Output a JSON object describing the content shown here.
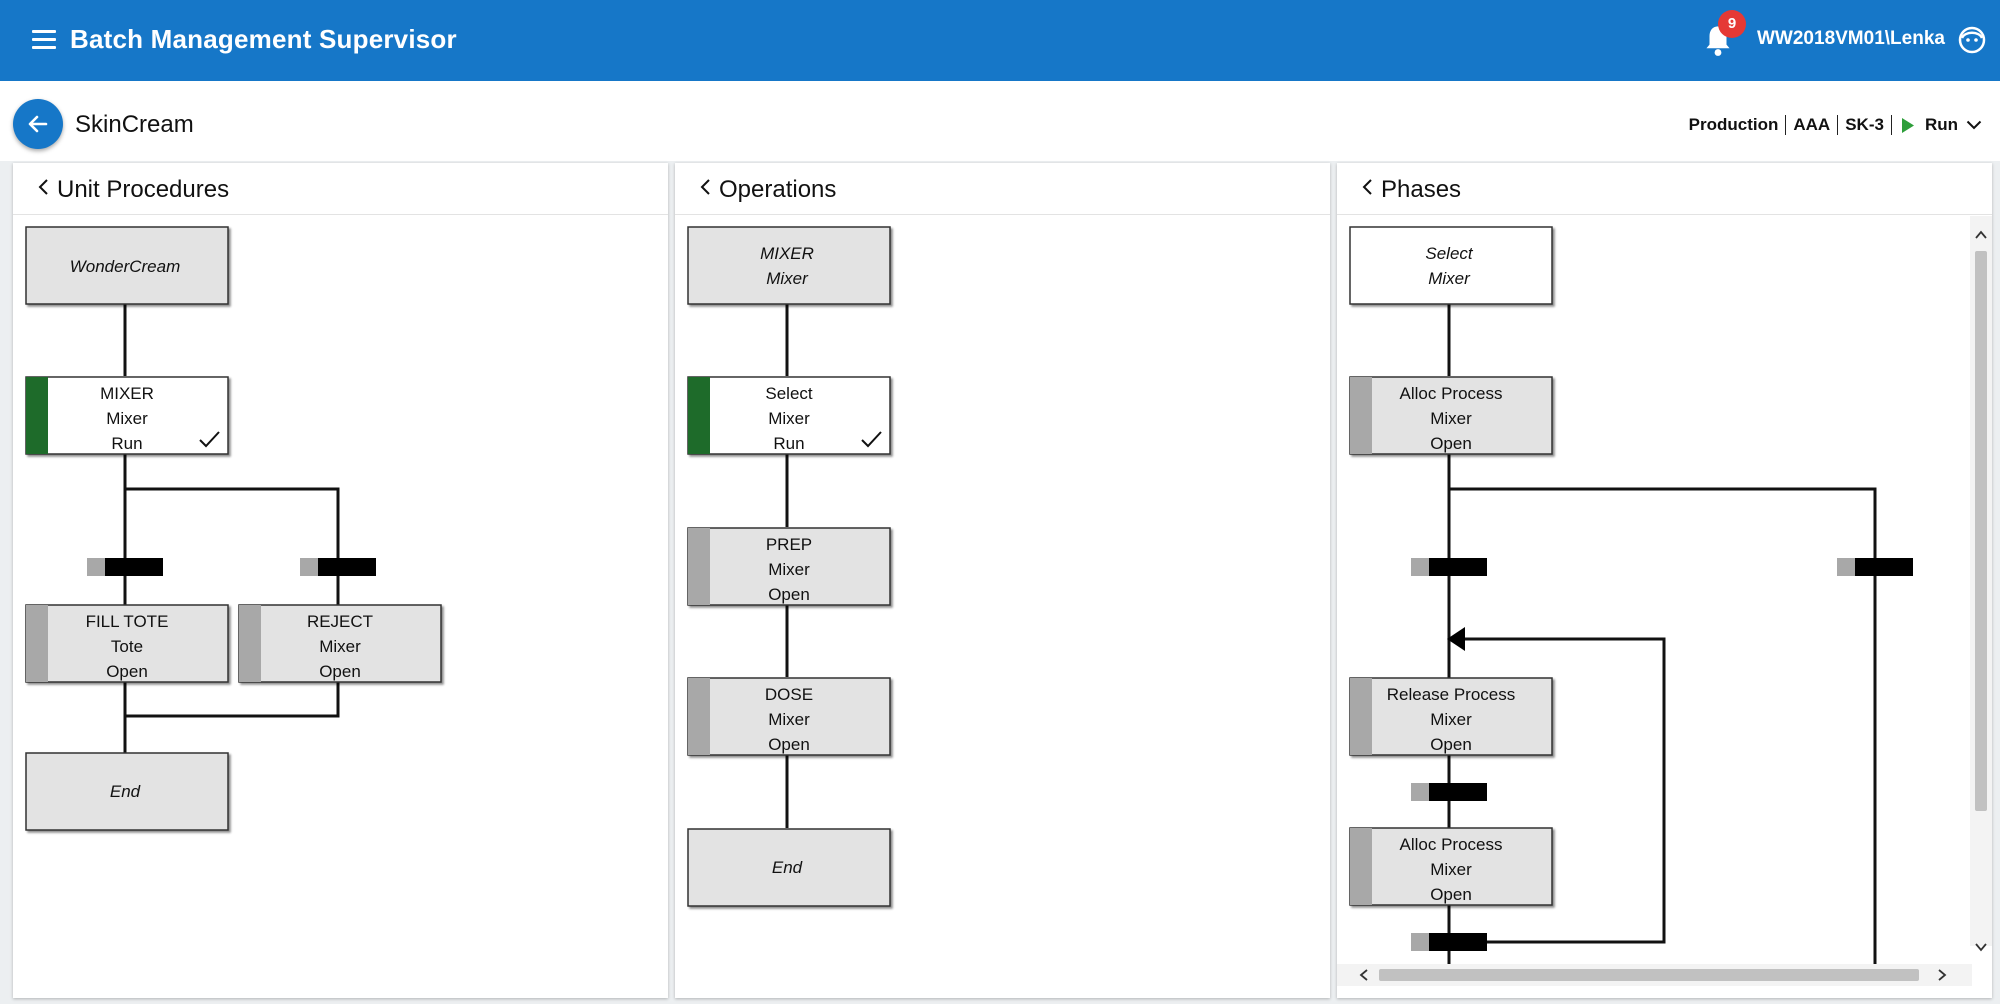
{
  "appbar": {
    "title": "Batch Management Supervisor",
    "notification_count": "9",
    "username": "WW2018VM01\\Lenka",
    "color": "#1677c8"
  },
  "subheader": {
    "recipe": "SkinCream",
    "context": {
      "area": "Production",
      "unit": "AAA",
      "batch": "SK-3",
      "state": "Run"
    }
  },
  "panels": {
    "unit_procedures": {
      "title": "Unit Procedures",
      "nodes": {
        "start": "WonderCream",
        "mixer": [
          "MIXER",
          "Mixer",
          "Run"
        ],
        "fill_tote": [
          "FILL TOTE",
          "Tote",
          "Open"
        ],
        "reject": [
          "REJECT",
          "Mixer",
          "Open"
        ],
        "end": "End"
      }
    },
    "operations": {
      "title": "Operations",
      "nodes": {
        "start": [
          "MIXER",
          "Mixer"
        ],
        "select": [
          "Select",
          "Mixer",
          "Run"
        ],
        "prep": [
          "PREP",
          "Mixer",
          "Open"
        ],
        "dose": [
          "DOSE",
          "Mixer",
          "Open"
        ],
        "end": "End"
      }
    },
    "phases": {
      "title": "Phases",
      "nodes": {
        "start": [
          "Select",
          "Mixer"
        ],
        "alloc1": [
          "Alloc Process",
          "Mixer",
          "Open"
        ],
        "release": [
          "Release Process",
          "Mixer",
          "Open"
        ],
        "alloc2": [
          "Alloc Process",
          "Mixer",
          "Open"
        ]
      }
    }
  },
  "status_colors": {
    "run": "#1e6b2a",
    "open": "#a8a8a8"
  }
}
